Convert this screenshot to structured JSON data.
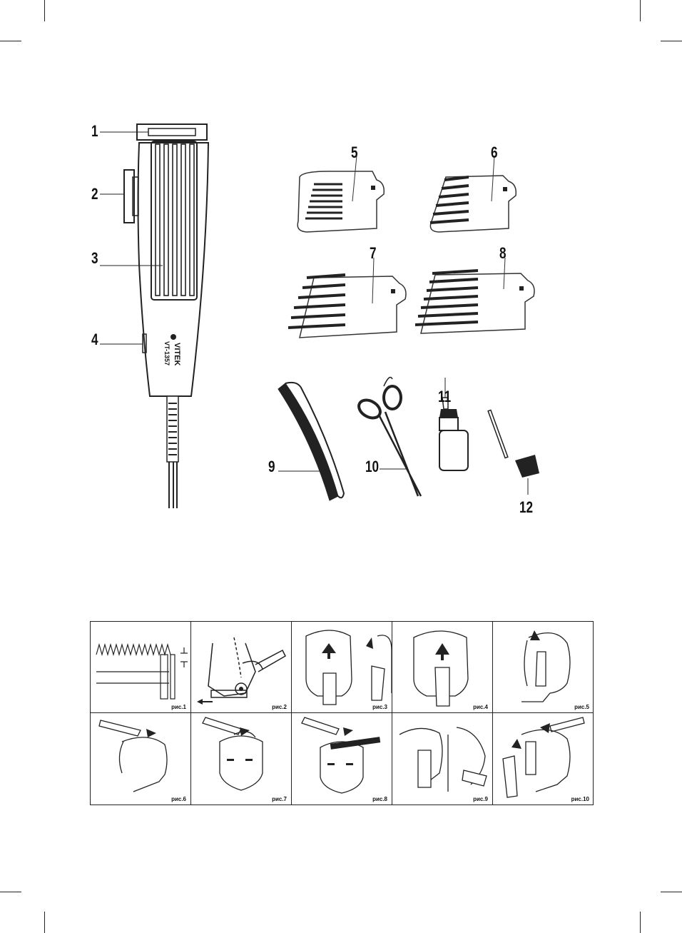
{
  "parts": {
    "labels": [
      "1",
      "2",
      "3",
      "4",
      "5",
      "6",
      "7",
      "8",
      "9",
      "10",
      "11",
      "12"
    ]
  },
  "device": {
    "brand": "VITEK",
    "model": "VT-1357"
  },
  "figures": {
    "captions": [
      "рис.1",
      "рис.2",
      "рис.3",
      "рис.4",
      "рис.5",
      "рис.6",
      "рис.7",
      "рис.8",
      "рис.9",
      "рис.10"
    ]
  },
  "icons": {
    "crop_marks": "crop-mark-icon",
    "arrows": "arrow-up-icon"
  }
}
